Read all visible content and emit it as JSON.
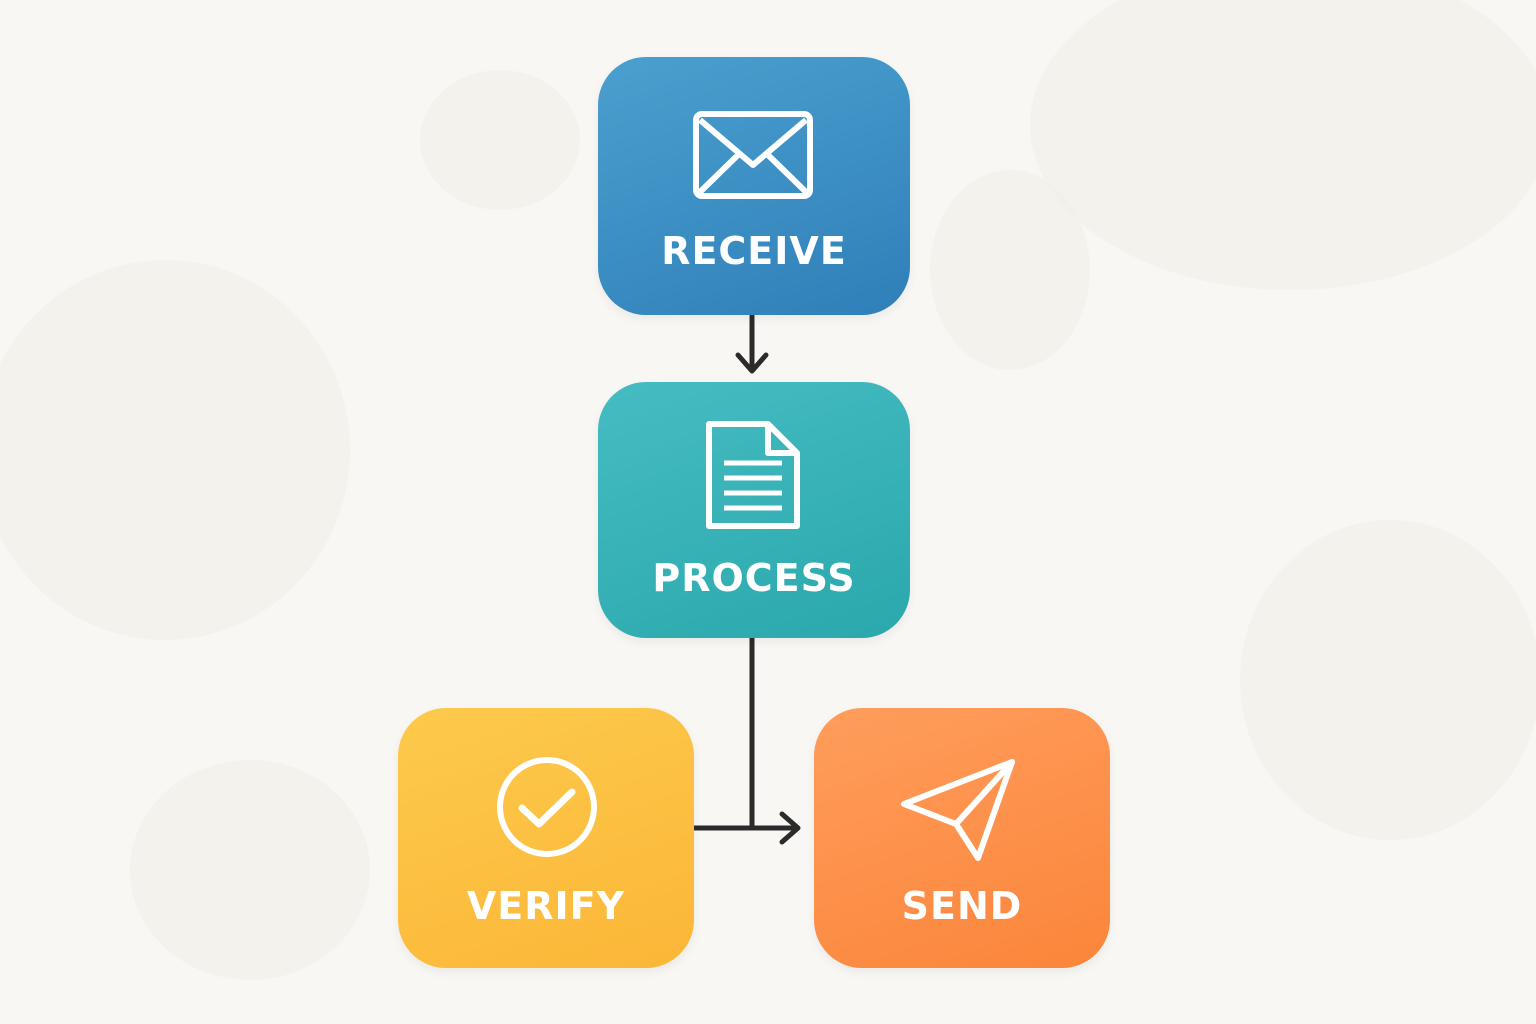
{
  "nodes": {
    "receive": {
      "label": "RECEIVE",
      "icon": "envelope-icon",
      "colors": [
        "#4aa0cf",
        "#2f7fb8"
      ]
    },
    "process": {
      "label": "PROCESS",
      "icon": "document-icon",
      "colors": [
        "#46bcc2",
        "#2aa8ab"
      ]
    },
    "verify": {
      "label": "VERIFY",
      "icon": "check-circle-icon",
      "colors": [
        "#fdca4c",
        "#fbb637"
      ]
    },
    "send": {
      "label": "SEND",
      "icon": "paper-plane-icon",
      "colors": [
        "#ff9d5c",
        "#fb853a"
      ]
    }
  },
  "connector_color": "#2b2b2b"
}
